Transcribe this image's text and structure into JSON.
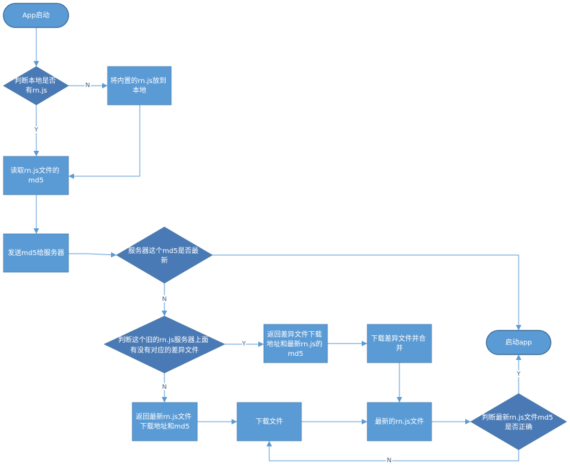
{
  "nodes": {
    "app_start": {
      "lines": [
        "App启动"
      ]
    },
    "check_local": {
      "lines": [
        "判断本地是否",
        "有rn.js"
      ]
    },
    "copy_builtin": {
      "lines": [
        "将内置的rn.js放到",
        "本地"
      ]
    },
    "read_md5": {
      "lines": [
        "读取rn.js文件的",
        "md5"
      ]
    },
    "send_md5": {
      "lines": [
        "发送md5给服务器"
      ]
    },
    "is_latest": {
      "lines": [
        "服务器这个md5是否最",
        "新"
      ]
    },
    "has_diff": {
      "lines": [
        "判断这个旧的rn.js服务器上面",
        "有没有对应的差异文件"
      ]
    },
    "return_diff": {
      "lines": [
        "返回差异文件下载",
        "地址和最新rn.js的",
        "md5"
      ]
    },
    "download_merge": {
      "lines": [
        "下载差异文件并合",
        "并"
      ]
    },
    "return_full": {
      "lines": [
        "返回最新rn.js文件",
        "下载地址和md5"
      ]
    },
    "download_file": {
      "lines": [
        "下载文件"
      ]
    },
    "latest_file": {
      "lines": [
        "最新的rn.js文件"
      ]
    },
    "verify_md5": {
      "lines": [
        "判断最新rn.js文件md5",
        "是否正确"
      ]
    },
    "launch_app": {
      "lines": [
        "启动app"
      ]
    }
  },
  "edge_labels": {
    "check_local_no": "N",
    "check_local_yes": "Y",
    "is_latest_no": "N",
    "has_diff_yes": "Y",
    "has_diff_no": "N",
    "verify_yes": "Y",
    "verify_no": "N"
  },
  "colors": {
    "process_fill": "#5B9BD5",
    "decision_fill": "#4A7AB5",
    "terminal_border": "#41719C",
    "connector": "#5B9BD5",
    "node_text": "#FFFFFF",
    "edge_label_text": "#3F5A7A"
  }
}
